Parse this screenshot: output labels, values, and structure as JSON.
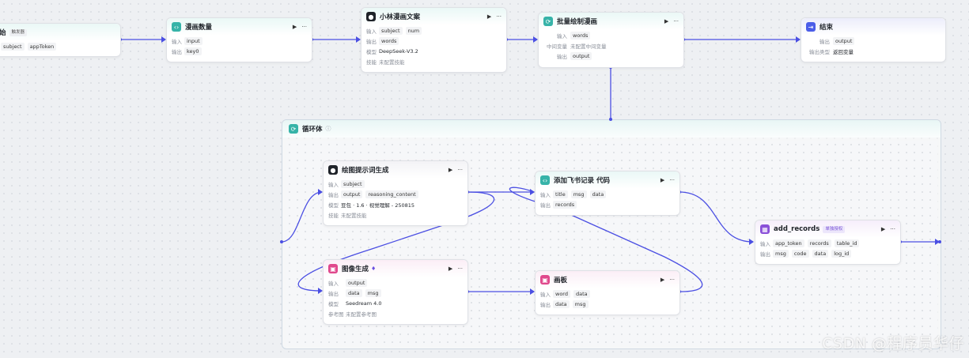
{
  "nodes": {
    "start": {
      "title": "始",
      "badge": "触发器",
      "out": [
        "subject",
        "appToken"
      ]
    },
    "comics_count": {
      "title": "漫画数量",
      "in_label": "输入",
      "in": "input",
      "out_label": "输出",
      "out": "key0"
    },
    "copywriting": {
      "title": "小林漫画文案",
      "in_label": "输入",
      "in": [
        "subject",
        "num"
      ],
      "out_label": "输出",
      "out": "words",
      "model_label": "模型",
      "model": "DeepSeek-V3.2",
      "skill_label": "技能",
      "skill": "未配置技能"
    },
    "batch_draw": {
      "title": "批量绘制漫画",
      "in_label": "输入",
      "in": "words",
      "mid_label": "中间变量",
      "mid": "未配置中间变量",
      "out_label": "输出",
      "out": "output"
    },
    "end": {
      "title": "结束",
      "out_label": "输出",
      "out": "output",
      "type_label": "输出类型",
      "type": "返回变量"
    },
    "loop": {
      "title": "循环体"
    },
    "prompt_gen": {
      "title": "绘图提示词生成",
      "in_label": "输入",
      "in": "subject",
      "out_label": "输出",
      "out": [
        "output",
        "reasoning_content"
      ],
      "model_label": "模型",
      "model": "豆包 · 1.6 · 视觉理解 - 250815",
      "skill_label": "技能",
      "skill": "未配置技能"
    },
    "image_gen": {
      "title": "图像生成",
      "in_label": "输入",
      "in": "output",
      "out_label": "输出",
      "out": [
        "data",
        "msg"
      ],
      "model_label": "模型",
      "model": "Seedream 4.0",
      "ref_label": "参考图",
      "ref": "未配置参考图"
    },
    "feishu": {
      "title": "添加飞书记录 代码",
      "in_label": "输入",
      "in": [
        "title",
        "msg",
        "data"
      ],
      "out_label": "输出",
      "out": "records"
    },
    "board": {
      "title": "画板",
      "in_label": "输入",
      "in": [
        "word",
        "data"
      ],
      "out_label": "输出",
      "out": [
        "data",
        "msg"
      ]
    },
    "add_records": {
      "title": "add_records",
      "badge": "单独授权",
      "in_label": "输入",
      "in": [
        "app_token",
        "records",
        "table_id"
      ],
      "out_label": "输出",
      "out": [
        "msg",
        "code",
        "data",
        "log_id"
      ]
    }
  },
  "watermark": "CSDN @程序员华仔",
  "colors": {
    "edge": "#4b4fe3",
    "teal": "#36b3a8",
    "pink": "#e0488c"
  }
}
